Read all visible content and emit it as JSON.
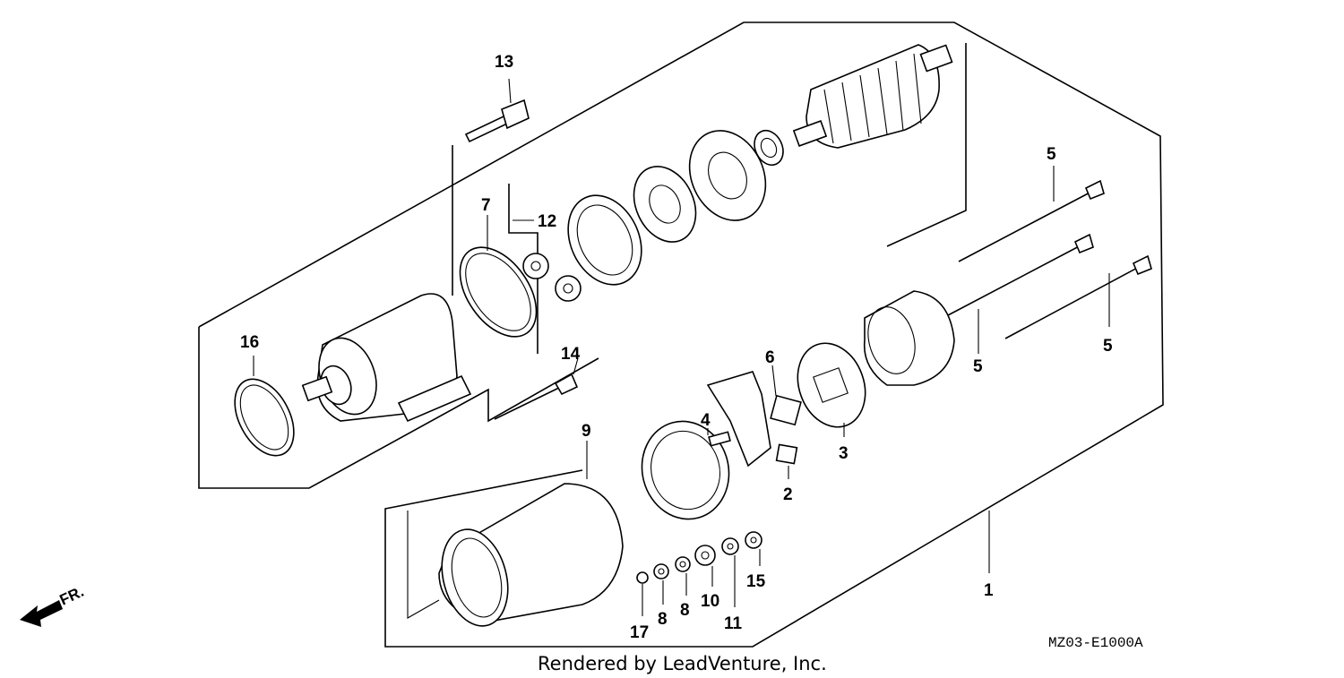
{
  "callouts": {
    "c1": "1",
    "c2": "2",
    "c3": "3",
    "c4": "4",
    "c5a": "5",
    "c5b": "5",
    "c5c": "5",
    "c6": "6",
    "c7": "7",
    "c8a": "8",
    "c8b": "8",
    "c9": "9",
    "c10": "10",
    "c11": "11",
    "c12": "12",
    "c13": "13",
    "c14": "14",
    "c15": "15",
    "c16": "16",
    "c17": "17"
  },
  "direction": {
    "label": "FR."
  },
  "diagram_code": "MZ03-E1000A",
  "credit": "Rendered by LeadVenture, Inc."
}
